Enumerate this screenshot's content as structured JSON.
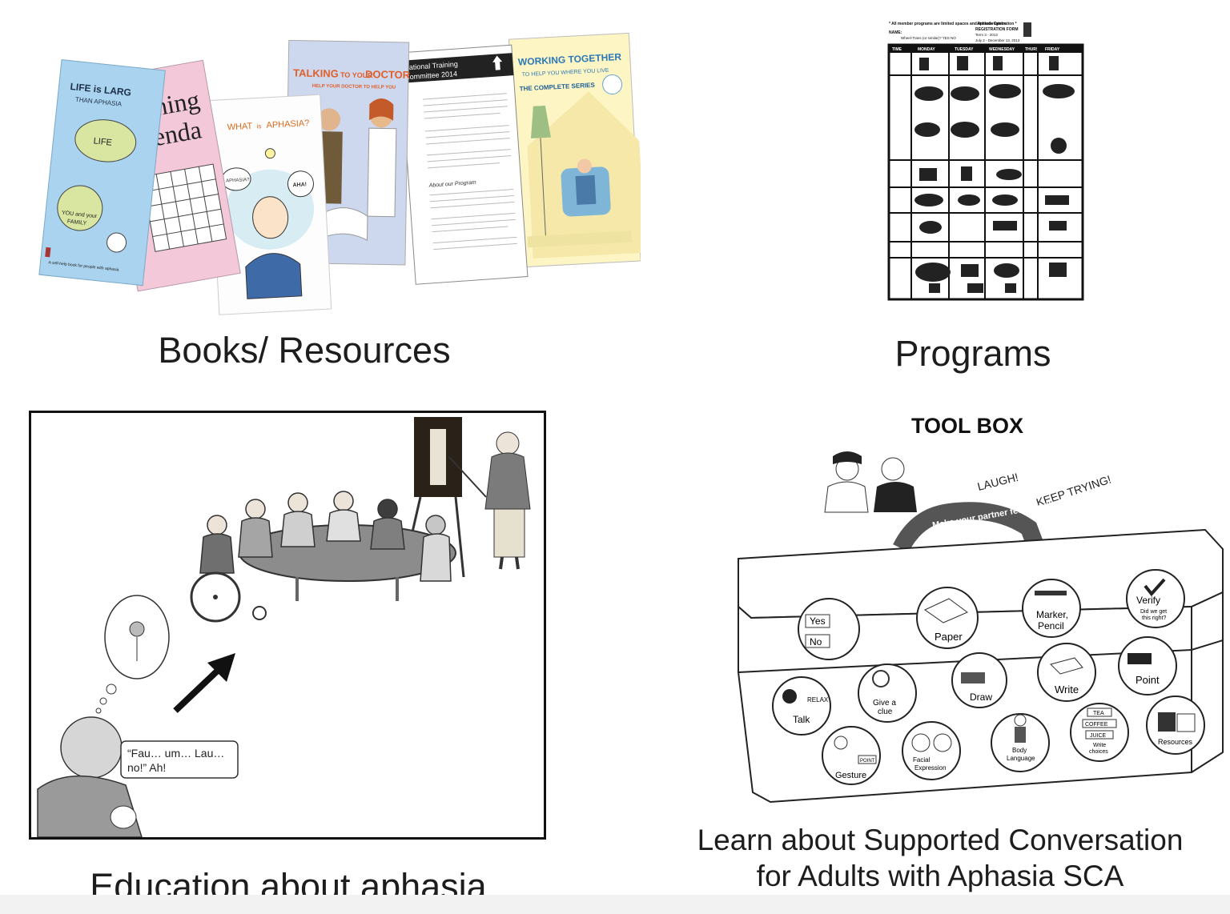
{
  "captions": {
    "books": "Books/ Resources",
    "programs": "Programs",
    "education": "Education about aphasia",
    "sca_line1": "Learn about Supported Conversation",
    "sca_line2": "for Adults with Aphasia SCA"
  },
  "books": {
    "life": [
      "LIFE is LARG",
      "THAN APHASIA",
      "LIFE",
      "YOU and your",
      "FAMILY",
      "A self-help book for people with aphasia"
    ],
    "training": [
      "Training",
      "Calenda"
    ],
    "what": [
      "WHAT",
      "is",
      "APHASIA?",
      "APHASIA?",
      "AHA!"
    ],
    "talking": [
      "TALKING",
      "TO YOUR",
      "DOCTOR",
      "HELP YOUR DOCTOR TO HELP YOU"
    ],
    "national": [
      "National Training",
      "Committee 2014",
      "About our Program"
    ],
    "working": [
      "WORKING TOGETHER",
      "TO HELP YOU WHERE YOU LIVE",
      "THE COMPLETE SERIES"
    ]
  },
  "programs": {
    "header_note": "* All member programs are limited spaces and limited registration *",
    "name_label": "NAME:",
    "wheel_trans": "Wheel-Trans (or similar)?   YES   NO",
    "center": "Aphasia Centre",
    "form_title": "REGISTRATION FORM",
    "term": "Term 3 - 2013",
    "dates": "July 2 - December 13, 2013",
    "days": [
      "TIME",
      "MONDAY",
      "TUESDAY",
      "WEDNESDAY",
      "THURS",
      "FRIDAY"
    ]
  },
  "education": {
    "speech": "“Fau… um… Lau… no!” Ah!"
  },
  "toolbox": {
    "title": "TOOL BOX",
    "laugh": "LAUGH!",
    "keep_trying": "KEEP TRYING!",
    "handle_text": "Make your partner feel good!",
    "yes": "Yes",
    "no": "No",
    "paper": "Paper",
    "marker": "Marker,",
    "pencil": "Pencil",
    "verify": "Verify",
    "verify_sub1": "Did we get",
    "verify_sub2": "this right?",
    "relax": "RELAX",
    "talk": "Talk",
    "give": "Give a",
    "clue": "clue",
    "draw": "Draw",
    "write": "Write",
    "point": "Point",
    "gesture": "Gesture",
    "gesture_sign": "POINT",
    "facial": "Facial",
    "expression": "Expression",
    "body": "Body",
    "language": "Language",
    "tea": "TEA",
    "coffee": "COFFEE",
    "juice": "JUICE",
    "write_choices_1": "Write",
    "write_choices_2": "choices",
    "resources": "Resources"
  },
  "colors": {
    "book_blue": "#a9d3ee",
    "book_pink": "#f3c8d9",
    "book_yellow": "#fdf6c4",
    "book_lavender": "#cdd7ee",
    "sketch": "#333333"
  }
}
